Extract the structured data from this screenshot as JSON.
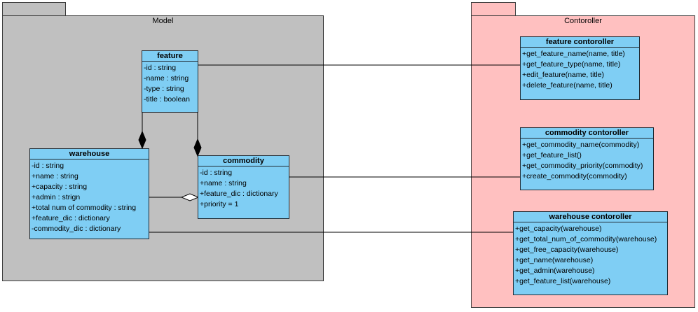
{
  "packages": {
    "model": {
      "title": "Model",
      "color": "#c0c0c0"
    },
    "controller": {
      "title": "Contoroller",
      "color": "#ffc0c0"
    }
  },
  "classes": {
    "feature": {
      "name": "feature",
      "rows": [
        "-id : string",
        "-name : string",
        "-type : string",
        "-title : boolean"
      ]
    },
    "warehouse": {
      "name": "warehouse",
      "rows": [
        "-id : string",
        "+name : string",
        "+capacity : string",
        "+admin : strign",
        "+total num of commodity : string",
        "+feature_dic : dictionary",
        "-commodity_dic : dictionary"
      ]
    },
    "commodity": {
      "name": "commodity",
      "rows": [
        "-id : string",
        "+name : string",
        "+feature_dic : dictionary",
        "+priority = 1"
      ]
    },
    "feature_controller": {
      "name": "feature contoroller",
      "rows": [
        "+get_feature_name(name, title)",
        "+get_feature_type(name, title)",
        "+edit_feature(name, title)",
        "+delete_feature(name, title)"
      ]
    },
    "commodity_controller": {
      "name": "commodity contoroller",
      "rows": [
        "+get_commodity_name(commodity)",
        "+get_feature_list()",
        "+get_commodity_priority(commodity)",
        "+create_commodity(commodity)"
      ]
    },
    "warehouse_controller": {
      "name": "warehouse contoroller",
      "rows": [
        "+get_capacity(warehouse)",
        "+get_total_num_of_commodity(warehouse)",
        "+get_free_capacity(warehouse)",
        "+get_name(warehouse)",
        "+get_admin(warehouse)",
        "+get_feature_list(warehouse)"
      ]
    }
  }
}
